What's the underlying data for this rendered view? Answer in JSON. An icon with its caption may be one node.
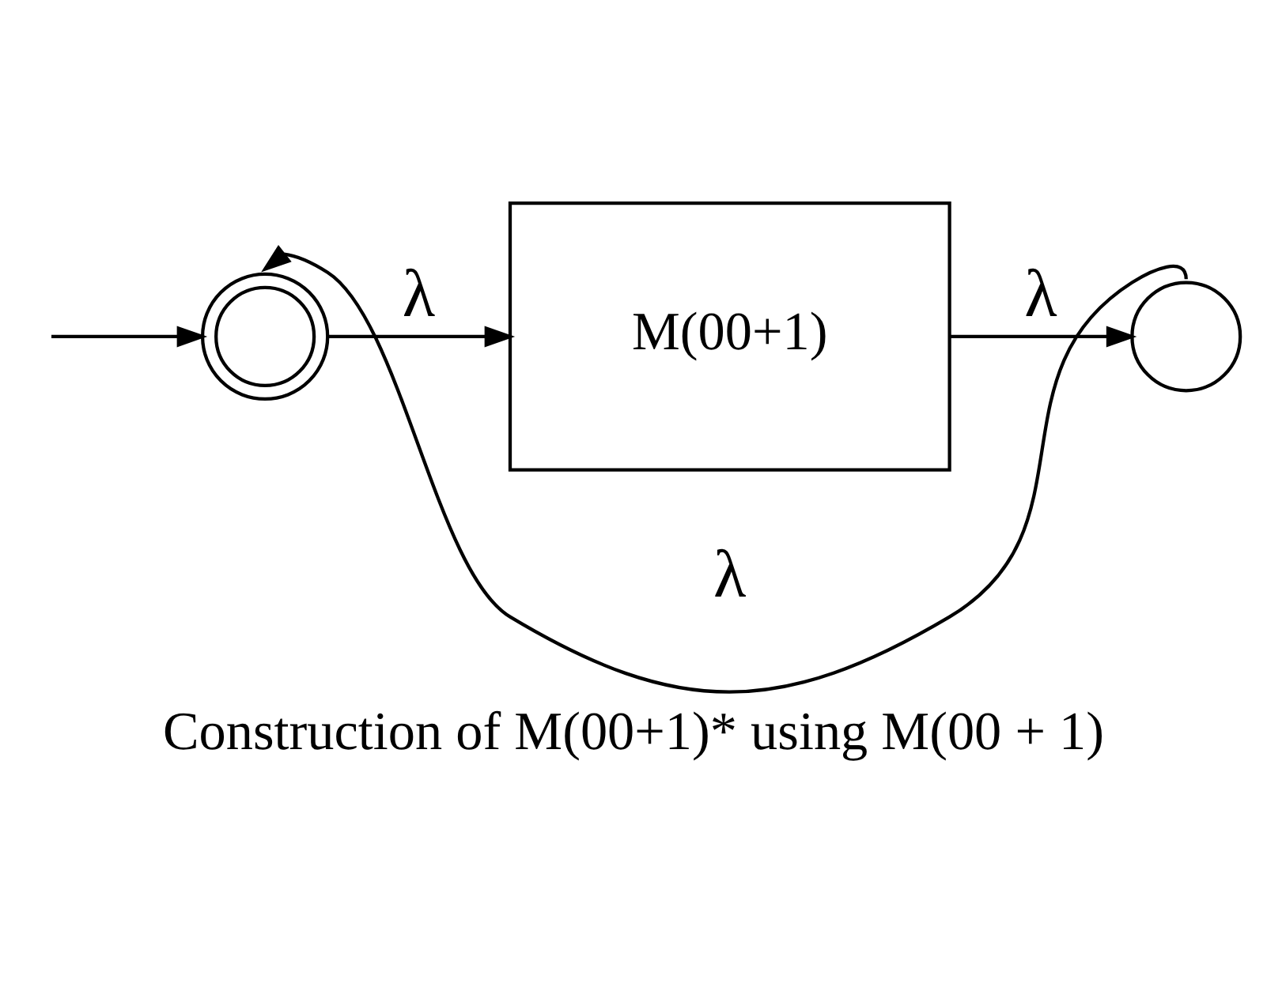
{
  "diagram": {
    "caption": "Construction of M(00+1)* using M(00 + 1)",
    "nodes": [
      {
        "text": [],
        "shape": "doublecircle"
      },
      {
        "text": [
          "M(00+1)"
        ]
      },
      {
        "text": [],
        "shape": "circle"
      }
    ],
    "edges": [
      {
        "from": null,
        "to": 0,
        "arrow": "to"
      },
      {
        "from": 0,
        "to": 1,
        "arrow": "to",
        "label": "λ"
      },
      {
        "from": 1,
        "to": 2,
        "arrow": "to",
        "label": "λ"
      },
      {
        "from": 2,
        "to": 0,
        "arrow": "to",
        "label": "λ"
      }
    ]
  }
}
